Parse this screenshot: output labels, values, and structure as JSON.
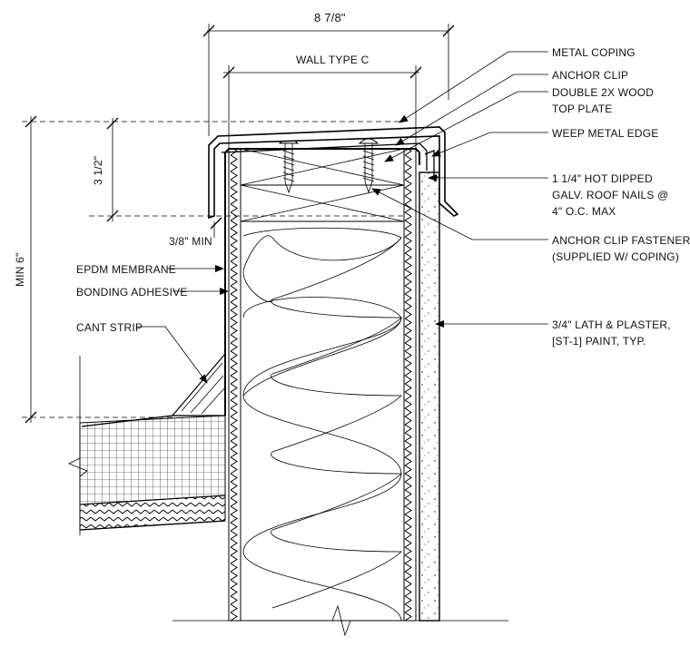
{
  "dimensions": {
    "overall_width": "8 7/8\"",
    "wall_type": "WALL TYPE C",
    "coping_height": "3 1/2\"",
    "min_overlap": "3/8\" MIN",
    "min_height": "MIN 6\""
  },
  "callouts_right": {
    "metal_coping": "METAL COPING",
    "anchor_clip": "ANCHOR CLIP",
    "top_plate_1": "DOUBLE 2X WOOD",
    "top_plate_2": "TOP PLATE",
    "weep_edge": "WEEP METAL EDGE",
    "nails_1": "1 1/4\" HOT DIPPED",
    "nails_2": "GALV. ROOF NAILS @",
    "nails_3": "4\" O.C. MAX",
    "fasteners_1": "ANCHOR CLIP FASTENERS",
    "fasteners_2": "(SUPPLIED W/ COPING)",
    "plaster_1": "3/4\" LATH & PLASTER,",
    "plaster_2": "[ST-1] PAINT, TYP."
  },
  "callouts_left": {
    "epdm": "EPDM MEMBRANE",
    "adhesive": "BONDING ADHESIVE",
    "cant_strip": "CANT STRIP"
  }
}
